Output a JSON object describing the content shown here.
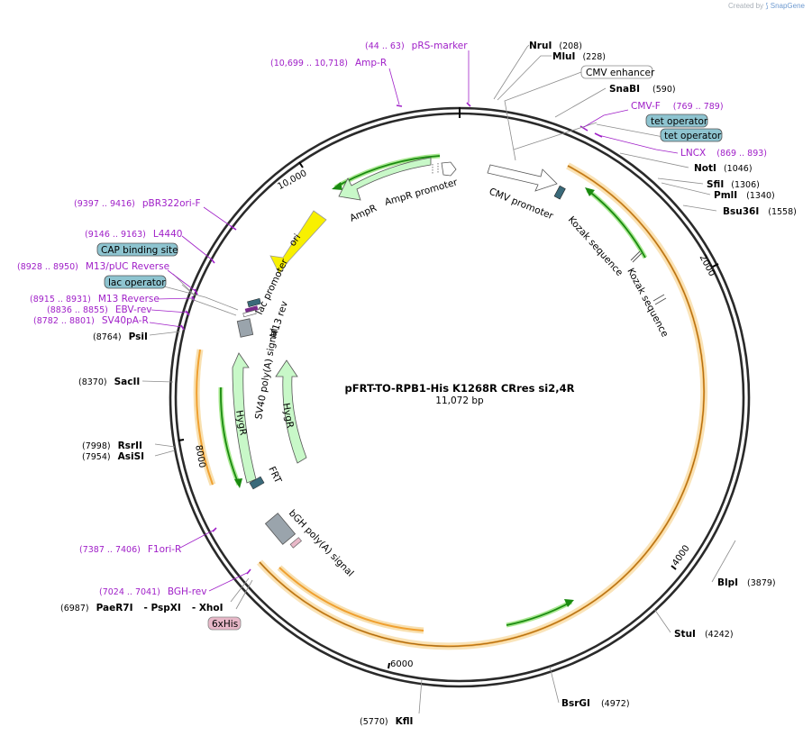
{
  "credit": {
    "prefix": "Created by",
    "brand": "SnapGene"
  },
  "plasmid": {
    "name": "pFRT-TO-RPB1-His K1268R CRres si2,4R",
    "length_label": "11,072 bp"
  },
  "ticks": [
    "2000",
    "4000",
    "6000",
    "8000",
    "10,000"
  ],
  "sites": [
    {
      "name": "NruI",
      "pos": "(208)"
    },
    {
      "name": "MluI",
      "pos": "(228)"
    },
    {
      "name": "SnaBI",
      "pos": "(590)"
    },
    {
      "name": "NotI",
      "pos": "(1046)"
    },
    {
      "name": "SfiI",
      "pos": "(1306)"
    },
    {
      "name": "PmlI",
      "pos": "(1340)"
    },
    {
      "name": "Bsu36I",
      "pos": "(1558)"
    },
    {
      "name": "BlpI",
      "pos": "(3879)"
    },
    {
      "name": "StuI",
      "pos": "(4242)"
    },
    {
      "name": "BsrGI",
      "pos": "(4972)"
    },
    {
      "name": "KflI",
      "pos": "(5770)"
    },
    {
      "name": "PaeR7I",
      "pos": "(6987)"
    },
    {
      "name": "PspXI",
      "pos": ""
    },
    {
      "name": "XhoI",
      "pos": ""
    },
    {
      "name": "AsiSI",
      "pos": "(7954)"
    },
    {
      "name": "RsrII",
      "pos": "(7998)"
    },
    {
      "name": "SacII",
      "pos": "(8370)"
    },
    {
      "name": "PsiI",
      "pos": "(8764)"
    }
  ],
  "primers": [
    {
      "name": "pRS-marker",
      "pos": "(44 .. 63)"
    },
    {
      "name": "Amp-R",
      "pos": "(10,699 .. 10,718)"
    },
    {
      "name": "CMV-F",
      "pos": "(769 .. 789)"
    },
    {
      "name": "LNCX",
      "pos": "(869 .. 893)"
    },
    {
      "name": "pBR322ori-F",
      "pos": "(9397 .. 9416)"
    },
    {
      "name": "L4440",
      "pos": "(9146 .. 9163)"
    },
    {
      "name": "M13/pUC Reverse",
      "pos": "(8928 .. 8950)"
    },
    {
      "name": "M13 Reverse",
      "pos": "(8915 .. 8931)"
    },
    {
      "name": "EBV-rev",
      "pos": "(8836 .. 8855)"
    },
    {
      "name": "SV40pA-R",
      "pos": "(8782 .. 8801)"
    },
    {
      "name": "F1ori-R",
      "pos": "(7387 .. 7406)"
    },
    {
      "name": "BGH-rev",
      "pos": "(7024 .. 7041)"
    }
  ],
  "boxed_labels": {
    "cmv_enhancer": "CMV enhancer",
    "tet_operator_1": "tet operator",
    "tet_operator_2": "tet operator",
    "cap_binding_site": "CAP binding site",
    "lac_operator": "lac operator",
    "six_his": "6xHis"
  },
  "features": {
    "cmv_promoter": "CMV promoter",
    "kozak_1": "Kozak sequence",
    "kozak_2": "Kozak sequence",
    "ampr": "AmpR",
    "ampr_promoter": "AmpR promoter",
    "ori": "ori",
    "lac_promoter": "lac promoter",
    "m13_rev": "M13 rev",
    "sv40_polya": "SV40 poly(A) signal",
    "hygr_1": "HygR",
    "hygr_2": "HygR",
    "frt": "FRT",
    "bgh_polya": "bGH poly(A) signal"
  },
  "colors": {
    "backbone": "#2a2a2a",
    "orf": "#f0a030",
    "orf_glow": "#f8e0b0",
    "orf_arrow": "#1a8a10",
    "marker_fill": "#c8f8c8",
    "ori_fill": "#f8f000",
    "operator_fill": "#8ec4d0",
    "primer": "#a020c8",
    "his_fill": "#e8b8c8"
  }
}
